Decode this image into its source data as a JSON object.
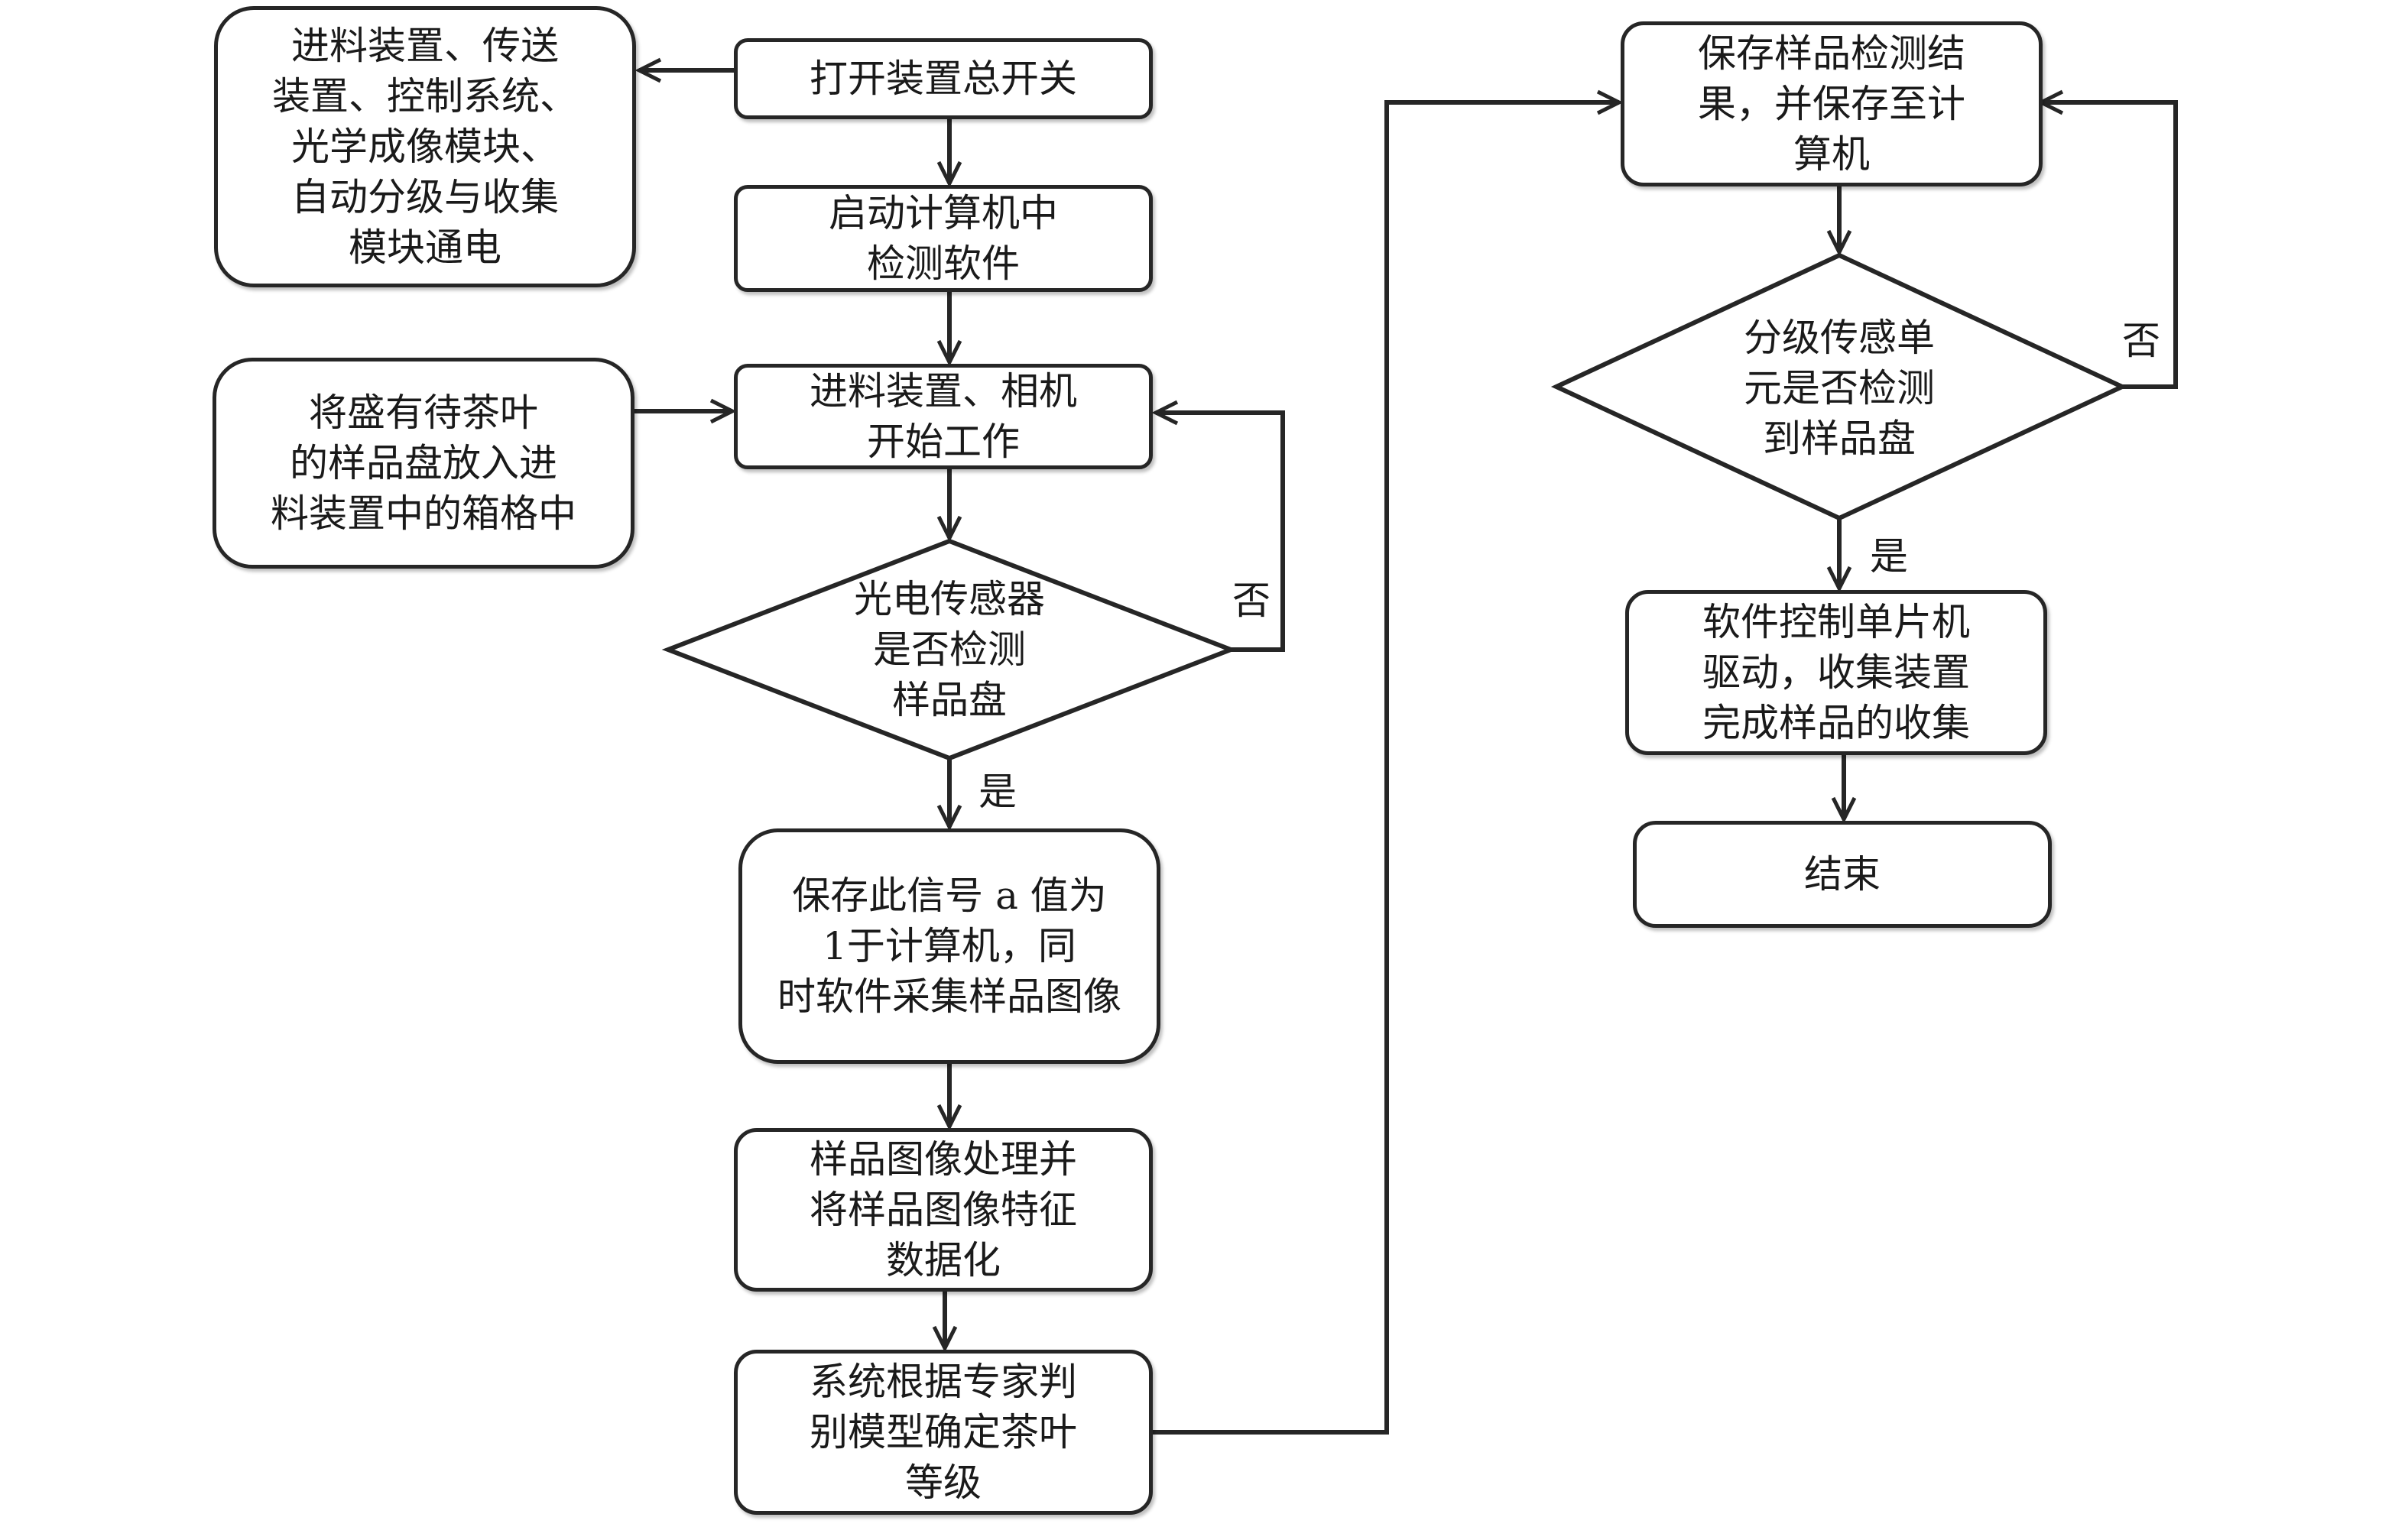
{
  "diagram": {
    "type": "flowchart",
    "nodes": {
      "power_on": "打开装置总开关",
      "powered_modules": "进料装置、传送\n装置、控制系统、\n光学成像模块、\n自动分级与收集\n模块通电",
      "start_software": "启动计算机中\n检测软件",
      "load_tray": "将盛有待茶叶\n的样品盘放入进\n料装置中的箱格中",
      "feeder_camera_start": "进料装置、相机\n开始工作",
      "photo_sensor_decision": "光电传感器\n是否检测\n样品盘",
      "save_signal": "保存此信号 a 值为\n1于计算机，同\n时软件采集样品图像",
      "image_processing": "样品图像处理并\n将样品图像特征\n数据化",
      "grade_determination": "系统根据专家判\n别模型确定茶叶\n等级",
      "save_result": "保存样品检测结\n果，并保存至计\n算机",
      "grading_sensor_decision": "分级传感单\n元是否检测\n到样品盘",
      "collect_sample": "软件控制单片机\n驱动，收集装置\n完成样品的收集",
      "end": "结束"
    },
    "labels": {
      "yes_1": "是",
      "no_1": "否",
      "yes_2": "是",
      "no_2": "否"
    },
    "edges": [
      {
        "from": "power_on",
        "to": "powered_modules"
      },
      {
        "from": "power_on",
        "to": "start_software"
      },
      {
        "from": "start_software",
        "to": "feeder_camera_start"
      },
      {
        "from": "load_tray",
        "to": "feeder_camera_start"
      },
      {
        "from": "feeder_camera_start",
        "to": "photo_sensor_decision"
      },
      {
        "from": "photo_sensor_decision",
        "to": "feeder_camera_start",
        "label": "否"
      },
      {
        "from": "photo_sensor_decision",
        "to": "save_signal",
        "label": "是"
      },
      {
        "from": "save_signal",
        "to": "image_processing"
      },
      {
        "from": "image_processing",
        "to": "grade_determination"
      },
      {
        "from": "grade_determination",
        "to": "save_result"
      },
      {
        "from": "save_result",
        "to": "grading_sensor_decision"
      },
      {
        "from": "grading_sensor_decision",
        "to": "save_result",
        "label": "否"
      },
      {
        "from": "grading_sensor_decision",
        "to": "collect_sample",
        "label": "是"
      },
      {
        "from": "collect_sample",
        "to": "end"
      }
    ]
  }
}
